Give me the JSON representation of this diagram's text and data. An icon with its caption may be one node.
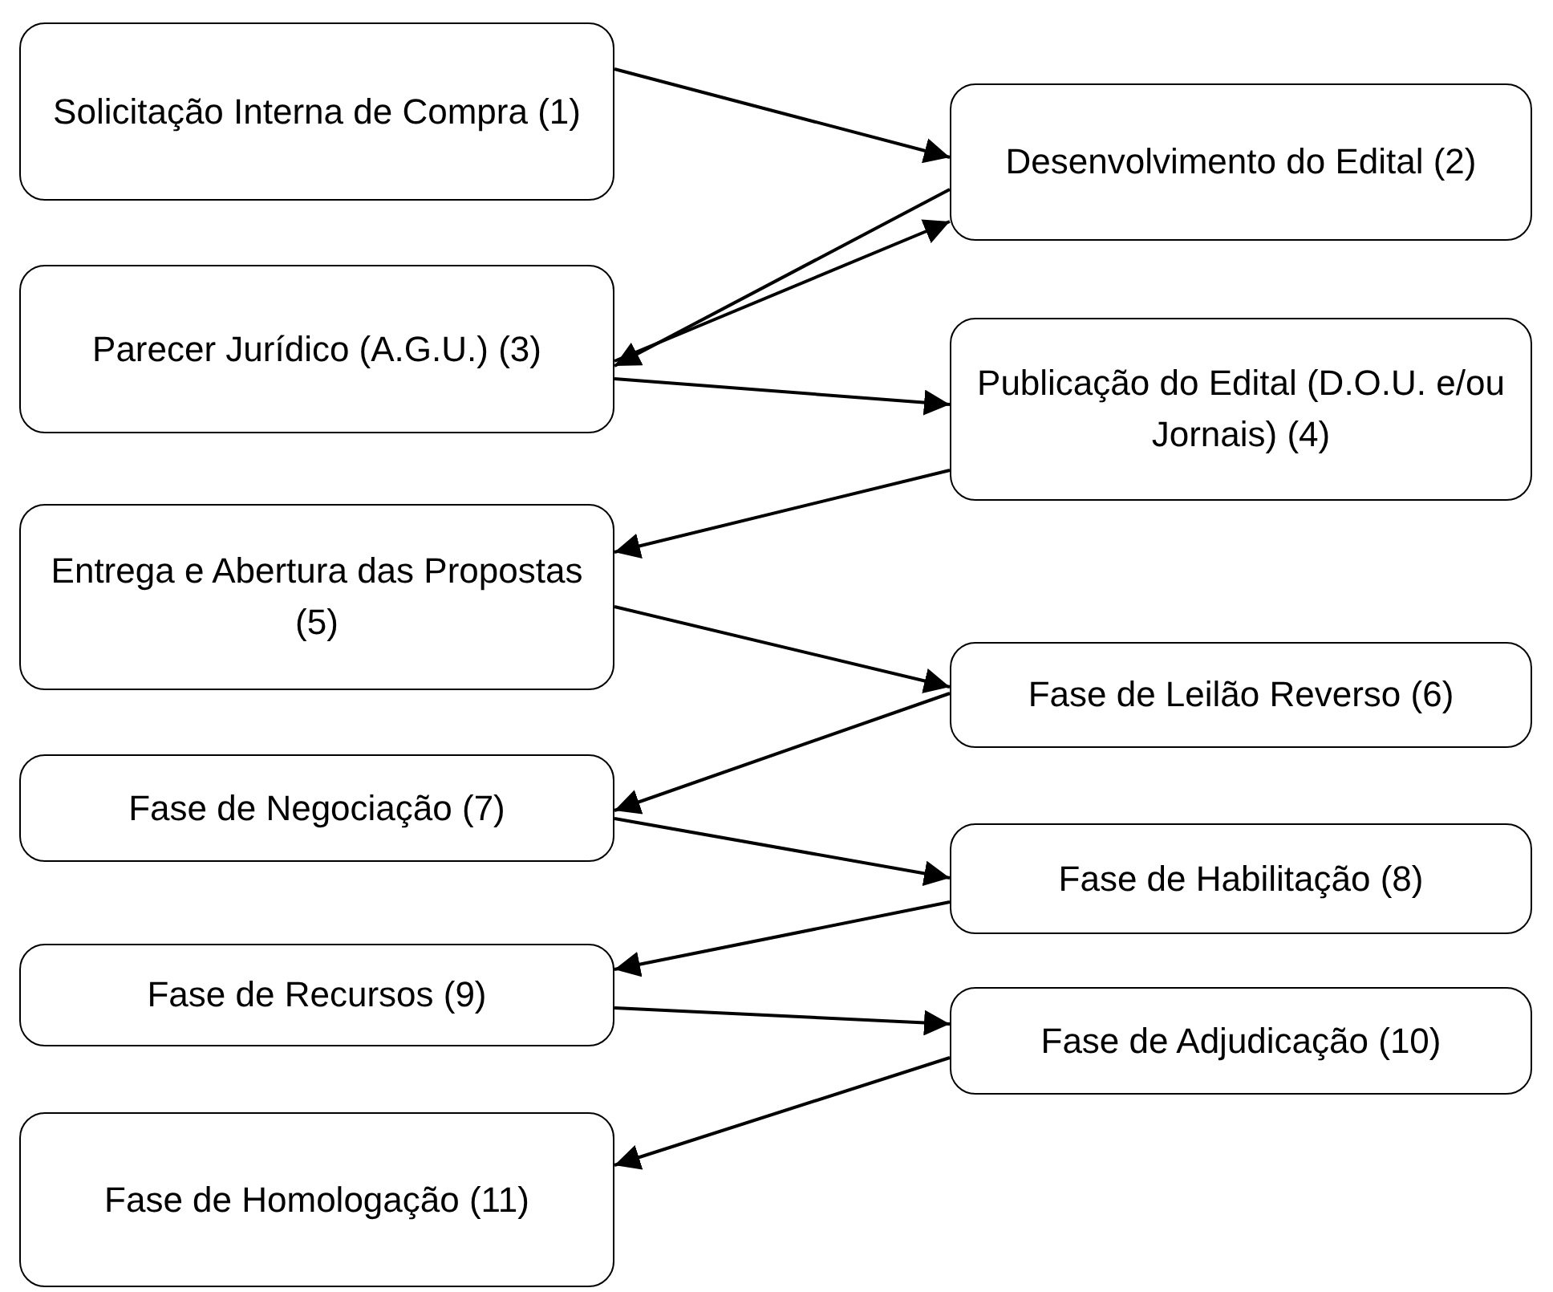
{
  "diagram": {
    "nodes": [
      {
        "text": [
          "Solicitação Interna de Compra (1)"
        ]
      },
      {
        "text": [
          "Desenvolvimento do Edital (2)"
        ]
      },
      {
        "text": [
          "Parecer Jurídico (A.G.U.) (3)"
        ]
      },
      {
        "text": [
          "Publicação do Edital (D.O.U. e/ou Jornais) (4)"
        ]
      },
      {
        "text": [
          "Entrega e Abertura das Propostas (5)"
        ]
      },
      {
        "text": [
          "Fase de Leilão Reverso (6)"
        ]
      },
      {
        "text": [
          "Fase de Negociação (7)"
        ]
      },
      {
        "text": [
          "Fase de Habilitação (8)"
        ]
      },
      {
        "text": [
          "Fase de Recursos (9)"
        ]
      },
      {
        "text": [
          "Fase de Adjudicação (10)"
        ]
      },
      {
        "text": [
          "Fase de Homologação (11)"
        ]
      }
    ],
    "edges": [
      {
        "from": 0,
        "to": 1,
        "arrow": "to"
      },
      {
        "from": 1,
        "to": 2,
        "arrow": "to"
      },
      {
        "from": 2,
        "to": 1,
        "arrow": "to"
      },
      {
        "from": 2,
        "to": 3,
        "arrow": "to"
      },
      {
        "from": 3,
        "to": 4,
        "arrow": "to"
      },
      {
        "from": 4,
        "to": 5,
        "arrow": "to"
      },
      {
        "from": 5,
        "to": 6,
        "arrow": "to"
      },
      {
        "from": 6,
        "to": 7,
        "arrow": "to"
      },
      {
        "from": 7,
        "to": 8,
        "arrow": "to"
      },
      {
        "from": 8,
        "to": 9,
        "arrow": "to"
      },
      {
        "from": 9,
        "to": 10,
        "arrow": "to"
      }
    ]
  }
}
